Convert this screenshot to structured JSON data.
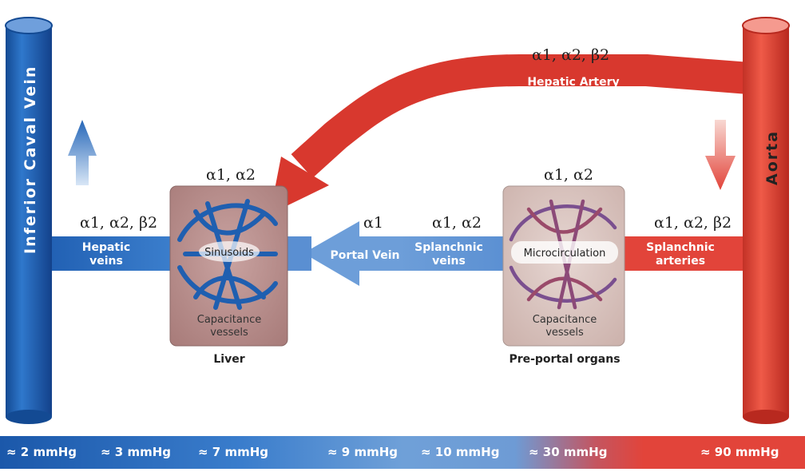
{
  "vessels": {
    "inferior_caval_vein": "Inferior Caval Vein",
    "aorta": "Aorta",
    "hepatic_artery": "Hepatic Artery",
    "hepatic_artery_pressure": "≈ 90 mmHg",
    "hepatic_veins_line1": "Hepatic",
    "hepatic_veins_line2": "veins",
    "portal_vein": "Portal Vein",
    "splanchnic_veins_line1": "Splanchnic",
    "splanchnic_veins_line2": "veins",
    "splanchnic_arteries_line1": "Splanchnic",
    "splanchnic_arteries_line2": "arteries"
  },
  "receptors": {
    "hepatic_artery": "α1, α2, β2",
    "liver_top": "α1, α2",
    "hepatic_veins": "α1, α2, β2",
    "portal_vein": "α1",
    "splanchnic_veins": "α1, α2",
    "preportal_top": "α1, α2",
    "splanchnic_arteries": "α1, α2, β2"
  },
  "organs": {
    "liver": {
      "inner": "Sinusoids",
      "cap_line1": "Capacitance",
      "cap_line2": "vessels",
      "title": "Liver"
    },
    "preportal": {
      "inner": "Microcirculation",
      "cap_line1": "Capacitance",
      "cap_line2": "vessels",
      "title": "Pre-portal organs"
    }
  },
  "pressure_bar": [
    "≈ 2 mmHg",
    "≈ 3 mmHg",
    "≈ 7 mmHg",
    "≈ 9 mmHg",
    "≈ 10 mmHg",
    "≈ 30 mmHg",
    "≈ 90 mmHg"
  ],
  "colors": {
    "vein_dark": "#1f5fb0",
    "vein_light": "#6e9fd8",
    "artery": "#e2443a",
    "artery_dark": "#b32a22",
    "organ_liver": "#b98c8a",
    "organ_preportal": "#d8c2bd"
  }
}
